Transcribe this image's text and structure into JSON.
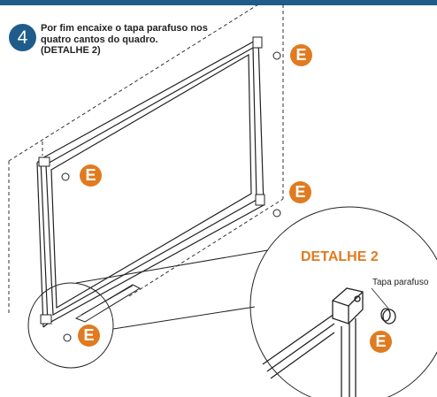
{
  "colors": {
    "accent": "#1f5c8c",
    "marker": "#e07b20",
    "line": "#222222"
  },
  "step": {
    "number": "4",
    "lines": [
      "Por fim encaixe o tapa parafuso nos",
      "quatro cantos do quadro.",
      "(DETALHE 2)"
    ]
  },
  "markers": {
    "label": "E",
    "count": 5
  },
  "detail": {
    "title": "DETALHE 2",
    "callout": "Tapa parafuso"
  }
}
